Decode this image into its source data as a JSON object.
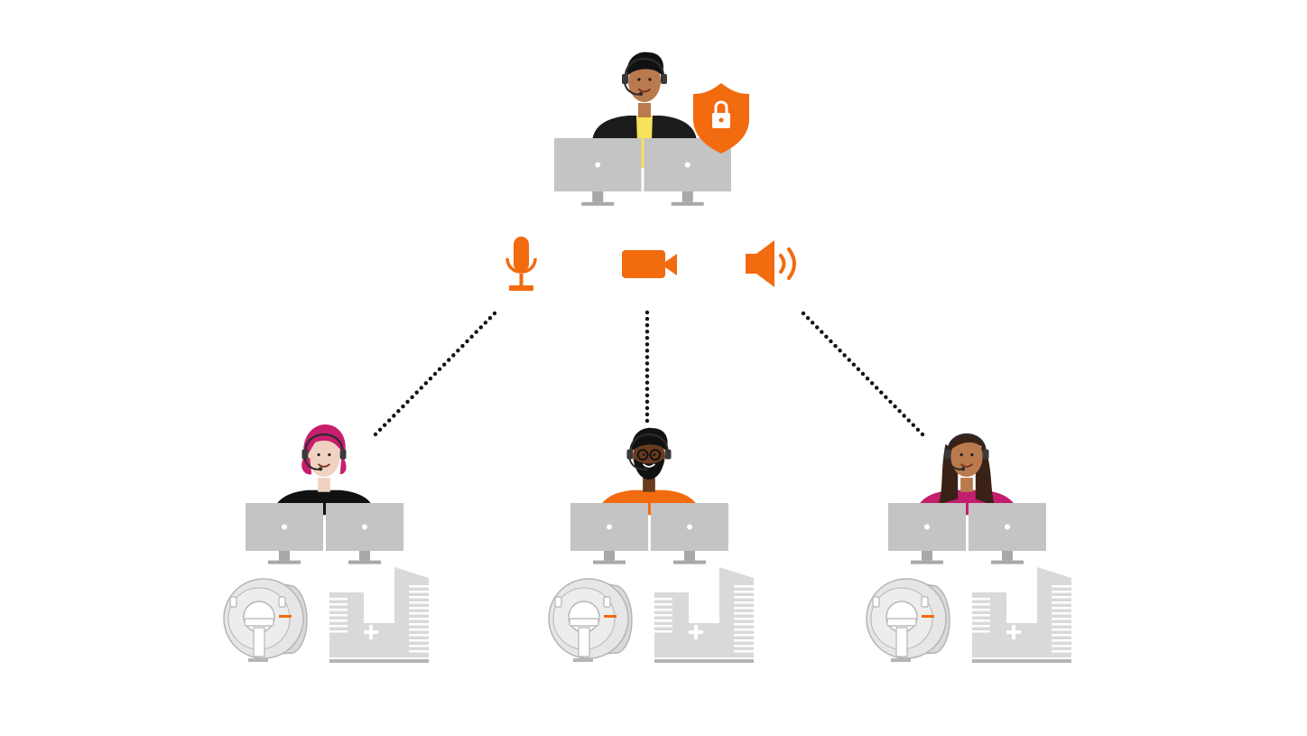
{
  "colors": {
    "accent": "#f26b0f",
    "monitor": "#c4c4c4",
    "monitor_dark": "#a8a8a8",
    "equipment": "#d9d9d9",
    "equipment_dark": "#b5b5b5",
    "dots": "#111111",
    "background": "#ffffff"
  },
  "icons": [
    "microphone-icon",
    "video-camera-icon",
    "speaker-icon",
    "shield-lock-icon"
  ],
  "central_operator": {
    "role": "remote expert",
    "skin": "#b97a4e",
    "hair": "#111111",
    "shirt": "#1c1c1c",
    "inner_shirt": "#f7e25b",
    "monitors": 2,
    "secured": true
  },
  "site_operators": [
    {
      "id": "site-left",
      "skin": "#f0d2c2",
      "hair": "#c81e6e",
      "shirt": "#111111",
      "inner_shirt": "#111111",
      "glasses": false,
      "beard": false
    },
    {
      "id": "site-center",
      "skin": "#6a3b1f",
      "hair": "#111111",
      "shirt": "#f26b0f",
      "inner_shirt": "#f26b0f",
      "glasses": true,
      "beard": true
    },
    {
      "id": "site-right",
      "skin": "#b97a4e",
      "hair": "#3a2116",
      "shirt": "#c21e6e",
      "inner_shirt": "#c21e6e",
      "glasses": false,
      "beard": false
    }
  ],
  "site_equipment": [
    "ct-scanner",
    "console"
  ]
}
